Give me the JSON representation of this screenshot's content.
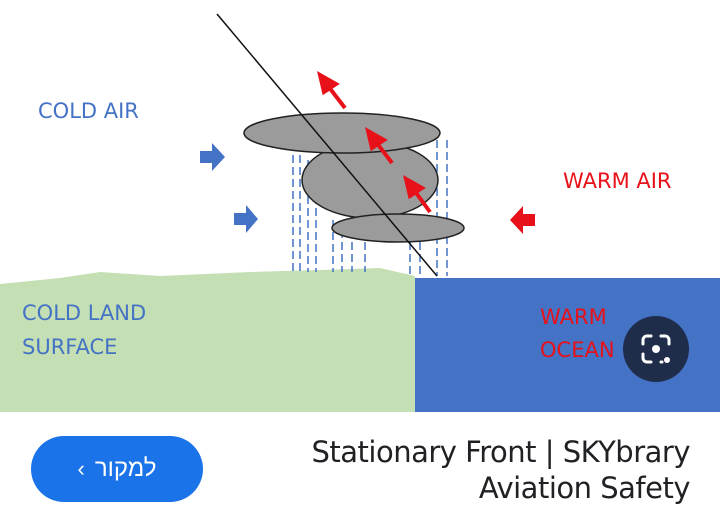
{
  "diagram": {
    "labels": {
      "cold_air": "COLD AIR",
      "warm_air": "WARM AIR",
      "cold_land_1": "COLD LAND",
      "cold_land_2": "SURFACE",
      "warm_ocean_1": "WARM",
      "warm_ocean_2": "OCEAN"
    },
    "colors": {
      "cold": "#4472c4",
      "warm": "#e8111a",
      "land": "#c5dfb4",
      "ocean": "#4472c4",
      "cloud": "#9b9b9b"
    }
  },
  "lens_button": {
    "icon": "google-lens-icon"
  },
  "source_button": {
    "label": "למקור",
    "icon": "chevron-left-icon"
  },
  "result": {
    "title_line1": "Stationary Front | SKYbrary",
    "title_line2": "Aviation Safety"
  }
}
